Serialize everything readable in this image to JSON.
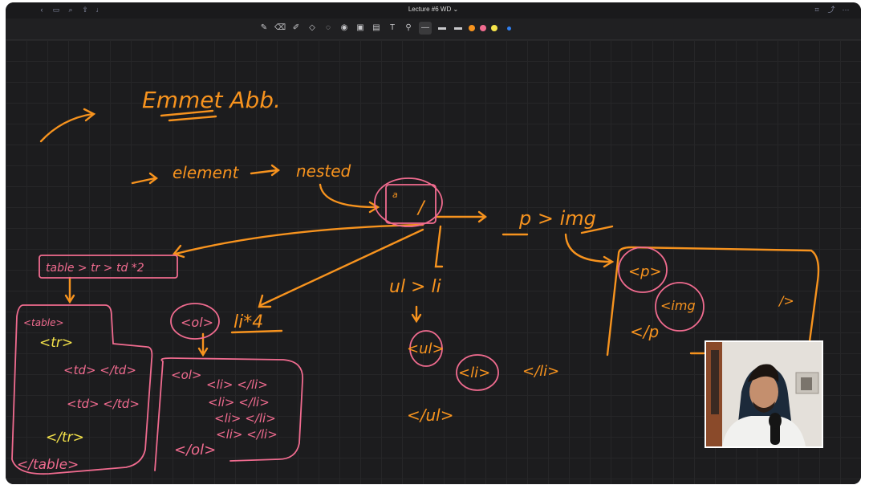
{
  "window": {
    "title": "Lecture #6 WD ⌄",
    "left_icons": [
      "back-icon",
      "sidebar-icon",
      "search-icon",
      "share-icon",
      "mic-icon"
    ],
    "right_icons": [
      "bookmark-icon",
      "export-icon",
      "more-icon"
    ]
  },
  "toolbar": {
    "tools": [
      "pen-tool-icon",
      "eraser-tool-icon",
      "highlighter-tool-icon",
      "shapes-tool-icon",
      "lasso-tool-icon",
      "laser-pointer-icon",
      "image-tool-icon",
      "camera-tool-icon",
      "text-tool-icon",
      "elements-tool-icon"
    ],
    "colors": [
      "#f7931e",
      "#f06b8f",
      "#f5e34a"
    ],
    "active_color": "#f7931e"
  },
  "notes": {
    "heading": "Emmet Abb.",
    "flow_element": "element",
    "flow_nested": "nested",
    "core_left": "a",
    "core_right": "/",
    "p_img": "p > img",
    "table_abbr": "table > tr > td *2",
    "table_lines": [
      "<table>",
      "<tr>",
      "<td> </td>",
      "<td> </td>",
      "</tr>",
      "</table>"
    ],
    "ol_tag": "<ol>",
    "ol_li": "li*4",
    "ol_lines": [
      "<ol>",
      "<li> </li>",
      "<li> </li>",
      "<li> </li>",
      "<li> </li>",
      "</ol>"
    ],
    "ul_li": "ul > li",
    "ul_open": "<ul>",
    "ul_li_tag": "<li>",
    "ul_li_close": "</li>",
    "ul_close": "</ul>",
    "p_open": "<p>",
    "img_tag": "<img",
    "img_close": "/>",
    "p_close": "</p"
  },
  "colors": {
    "ink_orange": "#f7931e",
    "ink_pink": "#f06b8f",
    "ink_yellow": "#f5e34a"
  }
}
